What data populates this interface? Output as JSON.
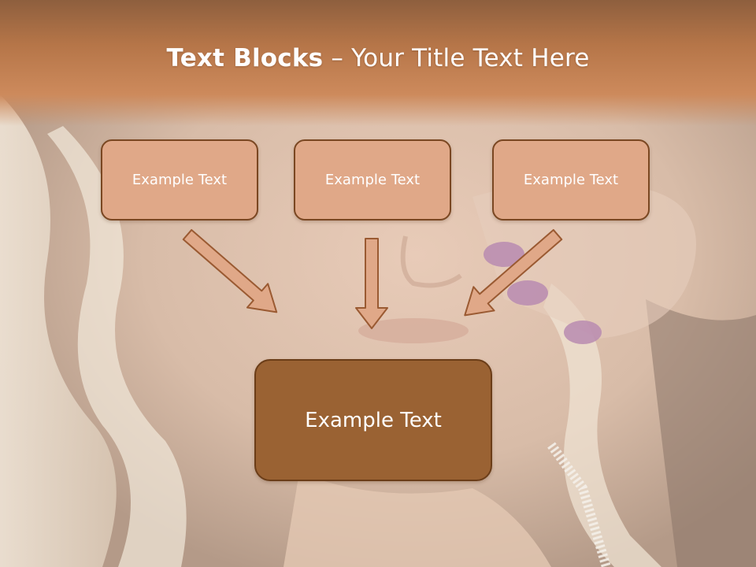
{
  "slide": {
    "title_bold": "Text Blocks",
    "title_rest": " – Your Title Text Here"
  },
  "boxes": {
    "top_left": "Example Text",
    "top_center": "Example Text",
    "top_right": "Example Text",
    "bottom_main": "Example Text"
  },
  "colors": {
    "header_band": "#b57548",
    "box_fill": "#e0a888",
    "box_border": "#7a4722",
    "main_box_fill": "#9a6233",
    "arrow_fill": "#e0a888",
    "arrow_stroke": "#9a5a32"
  }
}
